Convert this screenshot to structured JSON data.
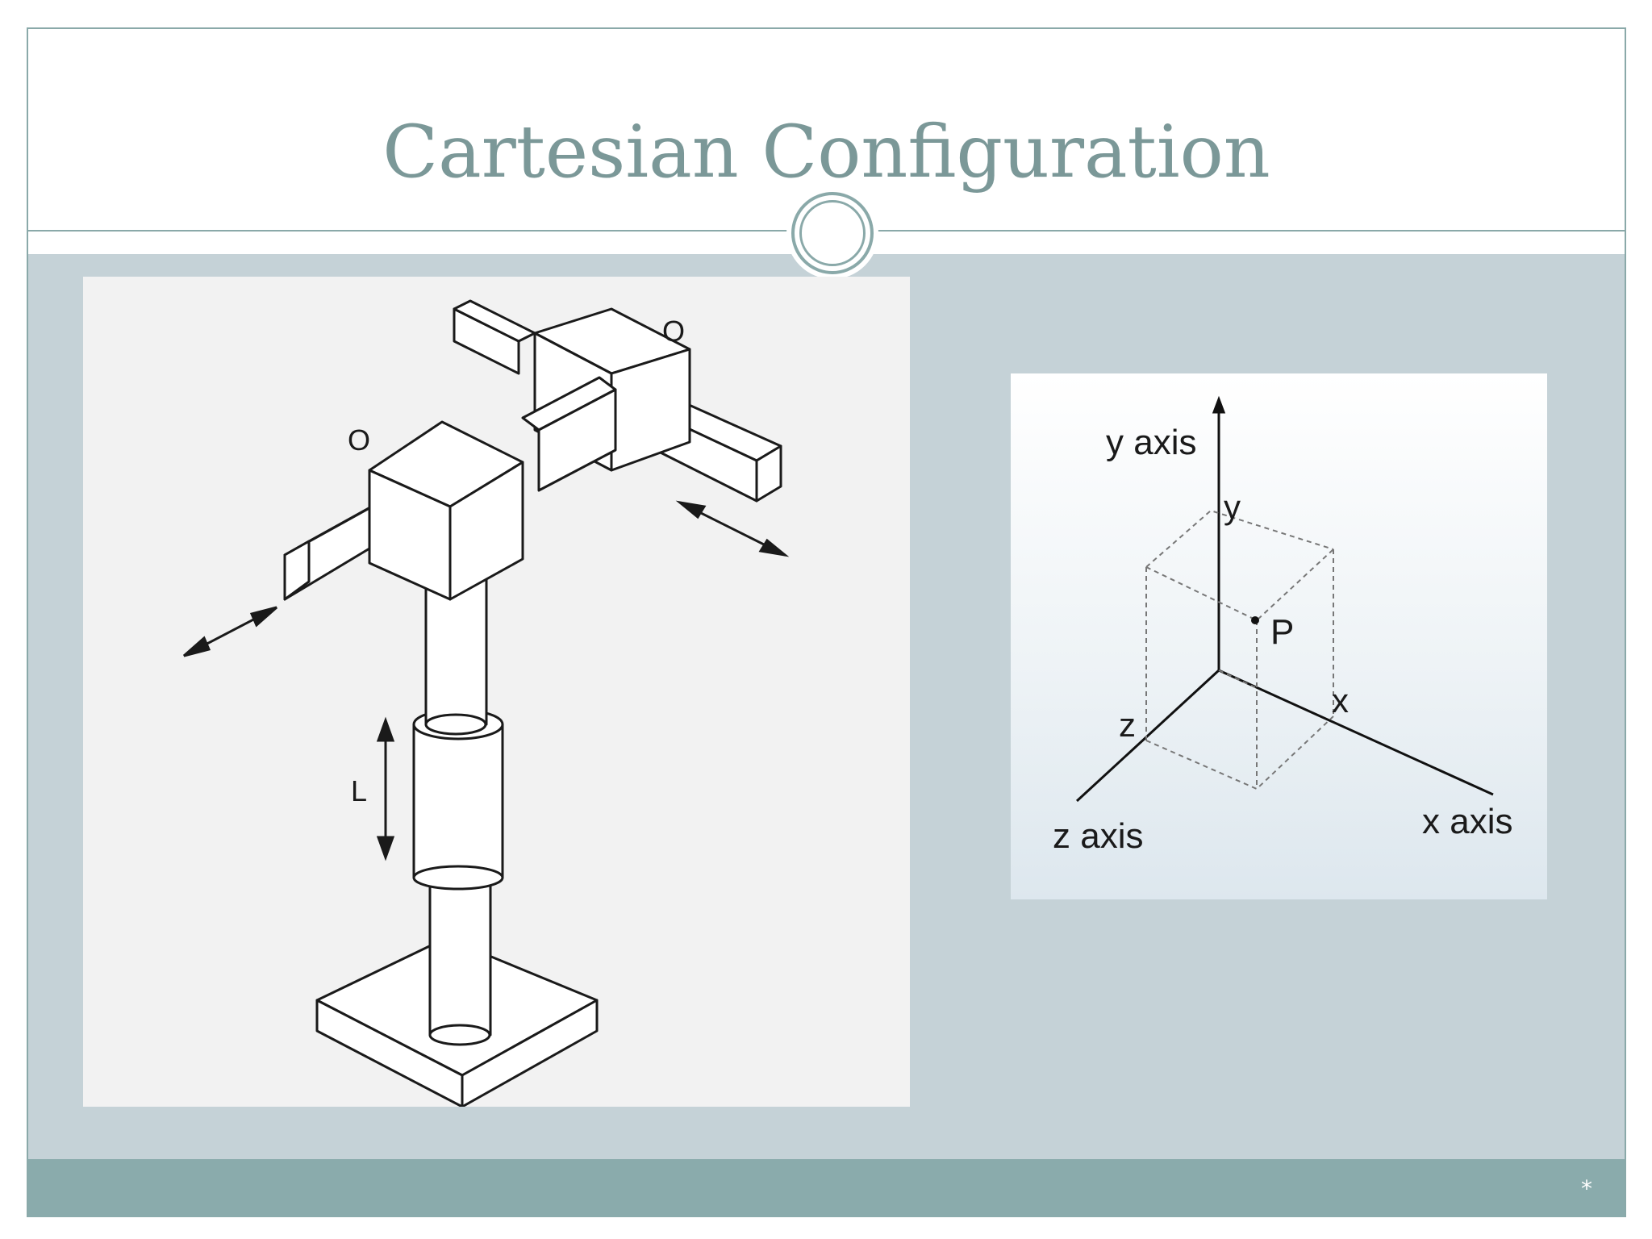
{
  "slide": {
    "title": "Cartesian Configuration",
    "slide_number": "*"
  },
  "robot_figure": {
    "labels": [
      "O",
      "O",
      "L"
    ]
  },
  "axes_figure": {
    "y_axis_label": "y axis",
    "z_axis_label": "z axis",
    "x_axis_label": "x axis",
    "y_marker": "y",
    "z_marker": "z",
    "x_marker": "x",
    "point_label": "P"
  },
  "colors": {
    "title": "#7b9898",
    "accent_line": "#8aa9a9",
    "content_bg": "#c5d2d7",
    "footer_bg": "#8aabac"
  }
}
